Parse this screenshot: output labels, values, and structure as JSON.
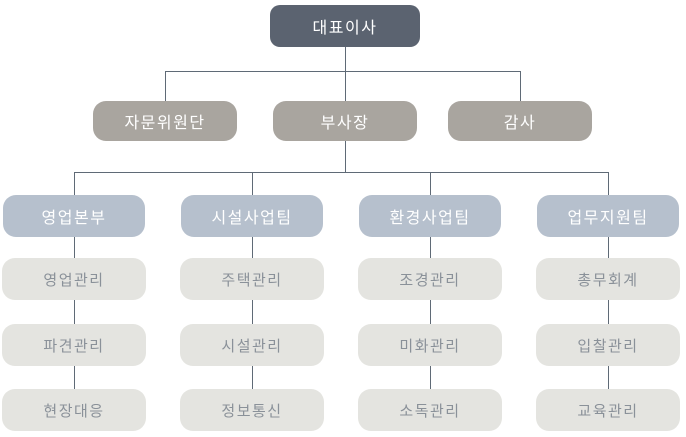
{
  "org": {
    "title": "organization-chart",
    "root": {
      "label": "대표이사"
    },
    "level2": [
      {
        "label": "자문위원단"
      },
      {
        "label": "부사장"
      },
      {
        "label": "감사"
      }
    ],
    "departments": [
      {
        "label": "영업본부",
        "children": [
          "영업관리",
          "파견관리",
          "현장대응"
        ]
      },
      {
        "label": "시설사업팀",
        "children": [
          "주택관리",
          "시설관리",
          "정보통신"
        ]
      },
      {
        "label": "환경사업팀",
        "children": [
          "조경관리",
          "미화관리",
          "소독관리"
        ]
      },
      {
        "label": "업무지원팀",
        "children": [
          "총무회계",
          "입찰관리",
          "교육관리"
        ]
      }
    ],
    "colors": {
      "background": "#ffffff",
      "root_box": "#5b6370",
      "level2_box": "#a9a59f",
      "department_box": "#b6c0cd",
      "leaf_box": "#e4e4e0",
      "box_text_light": "#ffffff",
      "leaf_text": "#8a9199",
      "connector_line": "#5f6a76"
    }
  }
}
